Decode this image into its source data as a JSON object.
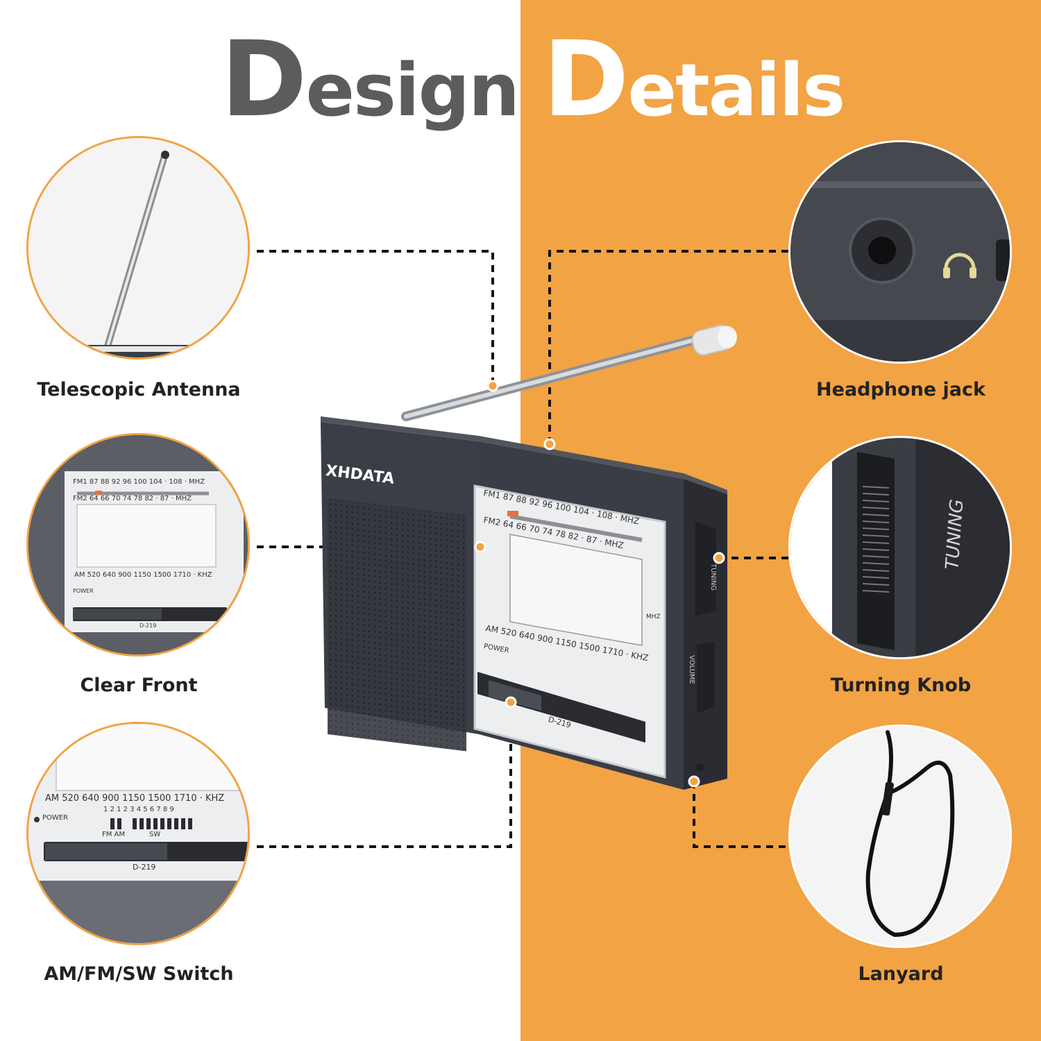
{
  "headline": {
    "left_initial": "D",
    "left_rest": "esign",
    "right_initial": "D",
    "right_rest": "etails"
  },
  "features": {
    "antenna": "Telescopic Antenna",
    "front": "Clear Front",
    "switch": "AM/FM/SW Switch",
    "headphone": "Headphone jack",
    "tuning": "Turning Knob",
    "lanyard": "Lanyard"
  },
  "radio": {
    "brand": "XHDATA",
    "model": "D-219",
    "fm1": "FM1 87 88 92 96 100 104 · 108 · MHZ",
    "fm2": "FM2 64 66 70 74 78 82 · 87 · MHZ",
    "am": "AM 520 640 900 1150 1500 1710 · KHZ",
    "power": "POWER",
    "band_numbers": "1 2   1 2 3 4 5 6 7 8 9",
    "fm_am": "FM AM",
    "sw": "SW",
    "mhz": "MHZ",
    "tuning": "TUNING",
    "volume": "VOLUME"
  },
  "colors": {
    "accent": "#f2a344",
    "headline_gray": "#5c5c5c",
    "radio_body": "#3a3d44"
  }
}
